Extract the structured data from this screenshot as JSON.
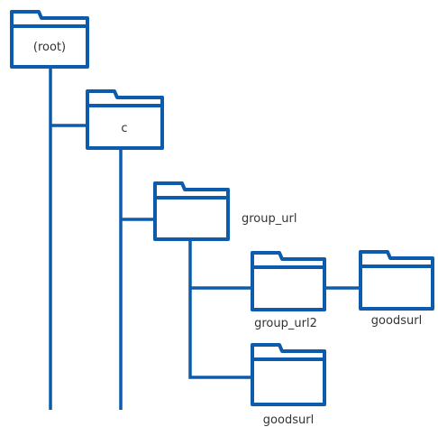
{
  "colors": {
    "stroke": "#0d5bac",
    "folder_fill": "#ffffff",
    "label_text": "#333333",
    "background": "#ffffff"
  },
  "nodes": {
    "root": {
      "label": "(root)",
      "icon": "folder-icon"
    },
    "c": {
      "label": "c",
      "icon": "folder-icon"
    },
    "group_url": {
      "label": "group_url",
      "icon": "folder-icon"
    },
    "group_url2": {
      "label": "group_url2",
      "icon": "folder-icon"
    },
    "goodsurl_right": {
      "label": "goodsurl",
      "icon": "folder-icon"
    },
    "goodsurl_bottom": {
      "label": "goodsurl",
      "icon": "folder-icon"
    }
  }
}
